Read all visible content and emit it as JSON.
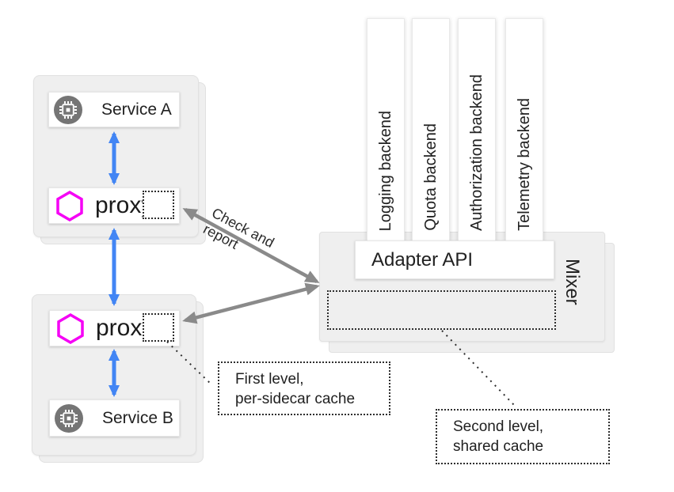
{
  "pods": {
    "a": {
      "service_label": "Service A",
      "proxy_label": "proxy"
    },
    "b": {
      "service_label": "Service B",
      "proxy_label": "proxy"
    }
  },
  "backends": [
    "Logging backend",
    "Quota backend",
    "Authorization backend",
    "Telemetry backend"
  ],
  "mixer": {
    "label": "Mixer",
    "adapter_api_label": "Adapter API"
  },
  "arrow_label": {
    "line1": "Check and",
    "line2": "report"
  },
  "callouts": {
    "first_level": {
      "line1": "First level,",
      "line2": "per-sidecar cache"
    },
    "second_level": {
      "line1": "Second level,",
      "line2": "shared cache"
    }
  },
  "colors": {
    "traffic_arrow_blue": "#4285f4",
    "check_report_arrow_gray": "#8a8a8a",
    "proxy_hexagon_magenta": "#f500f5",
    "service_icon_gray": "#757575",
    "card_gray": "#efefef"
  }
}
